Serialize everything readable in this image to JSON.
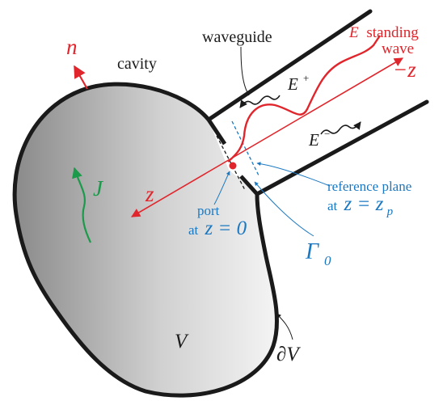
{
  "labels": {
    "normal_vector": "n",
    "cavity": "cavity",
    "waveguide": "waveguide",
    "standing_wave_E": "E",
    "standing_wave_text": "standing",
    "standing_wave_text2": "wave",
    "neg_z": "−z",
    "E_plus": "E",
    "E_plus_sup": "+",
    "E_minus": "E",
    "E_minus_sup": "−",
    "current": "J",
    "z_axis": "z",
    "port_line1": "port",
    "port_line2_prefix": "at",
    "port_line2_eq": "z = 0",
    "ref_line1": "reference plane",
    "ref_line2_prefix": "at",
    "ref_line2_eq": "z = z",
    "ref_line2_sub": "p",
    "gamma": "Γ",
    "gamma_sub": "0",
    "volume": "V",
    "boundary": "∂V"
  },
  "colors": {
    "red": "#e0262c",
    "blue": "#1a78c2",
    "green": "#1a9a4a",
    "black": "#1a1a1a",
    "cavity_light": "#f2f2f2",
    "cavity_dark": "#8a8a8a"
  }
}
